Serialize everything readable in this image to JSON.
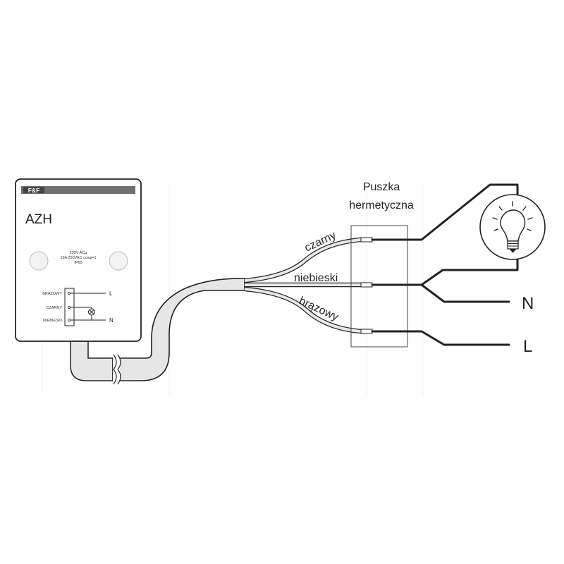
{
  "device": {
    "brand": "F&F",
    "model": "AZH",
    "specs": [
      "230V ACµ",
      "10A 250VAC cosφ=1",
      "IP65"
    ],
    "terminals": [
      "BRĄZOWY",
      "CZARNY",
      "NIEBIESKI"
    ],
    "terminal_L": "L",
    "terminal_N": "N"
  },
  "junction_box": {
    "line1": "Puszka",
    "line2": "hermetyczna"
  },
  "wires": {
    "black": "czarny",
    "blue": "niebieski",
    "brown": "brązowy"
  },
  "supply": {
    "neutral": "N",
    "live": "L"
  },
  "icons": [
    "lightbulb-icon",
    "lamp-symbol-icon",
    "fuse-icon"
  ],
  "colors": {
    "outline": "#222222",
    "cable_fill": "#e6e6e6",
    "device_fill": "#ffffff",
    "brand_bar": "#707070",
    "knockout": "#f3f3f3"
  }
}
